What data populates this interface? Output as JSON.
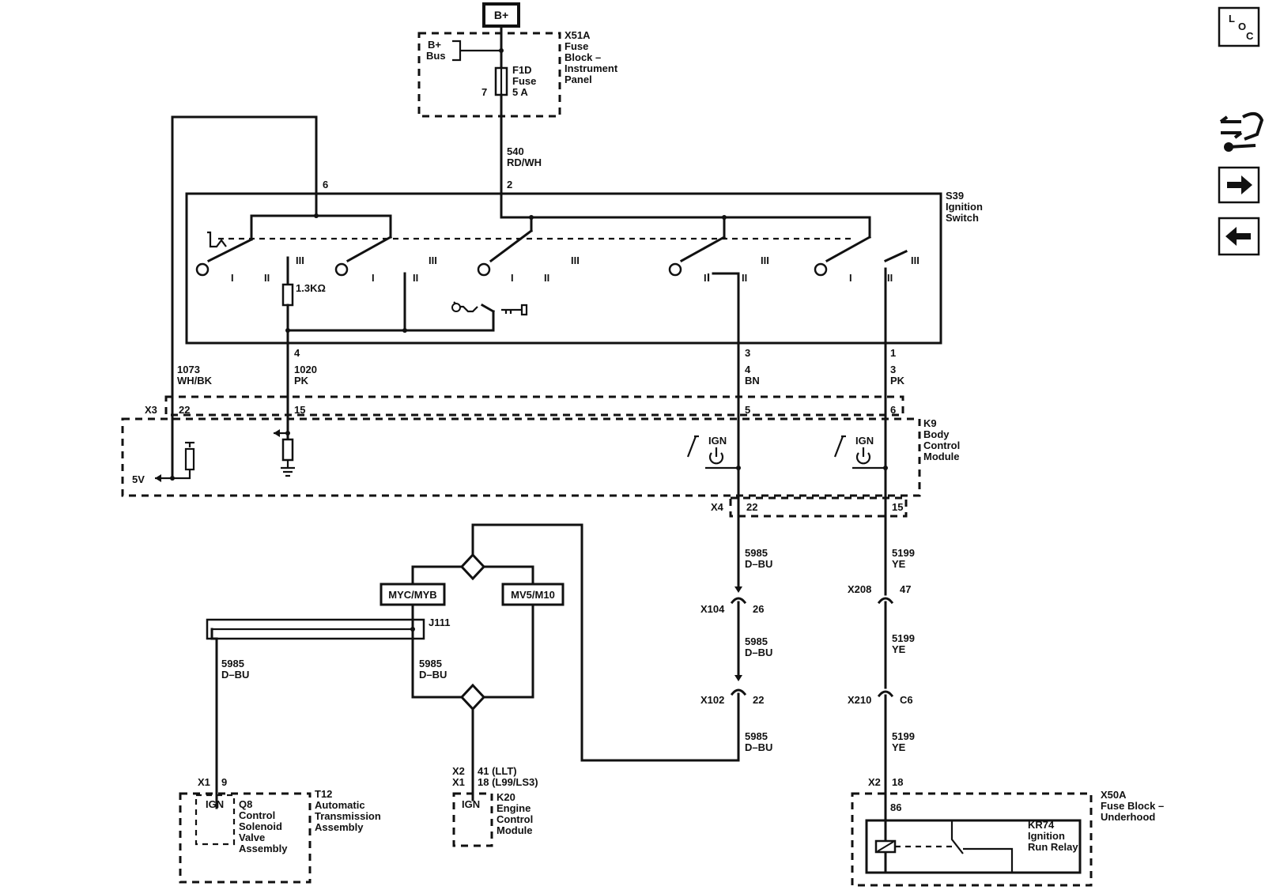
{
  "power": {
    "source": "B+"
  },
  "fuse_block_ip": {
    "id": "X51A",
    "line1": "Fuse",
    "line2": "Block –",
    "line3": "Instrument",
    "line4": "Panel",
    "bus_line1": "B+",
    "bus_line2": "Bus",
    "fuse_id": "F1D",
    "fuse_word": "Fuse",
    "fuse_rating": "5 A",
    "pin": "7"
  },
  "wire_540": {
    "circuit": "540",
    "color": "RD/WH"
  },
  "ignition_switch": {
    "id": "S39",
    "line1": "Ignition",
    "line2": "Switch",
    "pin_left_top": "6",
    "pin_feed": "2",
    "resistor": "1.3KΩ",
    "pos_I": "I",
    "pos_II": "II",
    "pos_III": "III"
  },
  "wires_upper": {
    "w1073_circuit": "1073",
    "w1073_color": "WH/BK",
    "w1020_pin": "4",
    "w1020_circuit": "1020",
    "w1020_color": "PK",
    "w_mid_pin": "3",
    "w_mid_circuit": "4",
    "w_mid_color": "BN",
    "w_right_pin": "1",
    "w_right_circuit": "3",
    "w_right_color": "PK"
  },
  "bcm": {
    "id": "K9",
    "line1": "Body",
    "line2": "Control",
    "line3": "Module",
    "connector_top": "X3",
    "pin22": "22",
    "pin15": "15",
    "pin5": "5",
    "pin6": "6",
    "ign": "IGN",
    "five_v": "5V",
    "connector_bottom": "X4",
    "out22": "22",
    "out15": "15"
  },
  "options": {
    "left": "MYC/MYB",
    "right": "MV5/M10",
    "splice": "J111"
  },
  "wires_lower": {
    "c5985": "5985",
    "dbu": "D–BU",
    "c5199": "5199",
    "ye": "YE",
    "x104": "X104",
    "x104_pin": "26",
    "x102": "X102",
    "x102_pin": "22",
    "x208": "X208",
    "x208_pin": "47",
    "x210": "X210",
    "x210_pin": "C6"
  },
  "tcm": {
    "connector": "X1",
    "pin": "9",
    "ign": "IGN",
    "q8_1": "Q8",
    "q8_2": "Control",
    "q8_3": "Solenoid",
    "q8_4": "Valve",
    "q8_5": "Assembly",
    "t12_1": "T12",
    "t12_2": "Automatic",
    "t12_3": "Transmission",
    "t12_4": "Assembly"
  },
  "ecm": {
    "x2": "X2",
    "x2_pin": "41 (LLT)",
    "x1": "X1",
    "x1_pin": "18 (L99/LS3)",
    "ign": "IGN",
    "id": "K20",
    "line1": "Engine",
    "line2": "Control",
    "line3": "Module"
  },
  "fuse_block_uh": {
    "connector": "X2",
    "pin": "18",
    "relay_pin": "86",
    "id": "X50A",
    "line1": "Fuse Block –",
    "line2": "Underhood",
    "relay_id": "KR74",
    "relay_line1": "Ignition",
    "relay_line2": "Run Relay"
  },
  "sidebar": {
    "loc_l": "L",
    "loc_o": "O",
    "loc_c": "C"
  }
}
